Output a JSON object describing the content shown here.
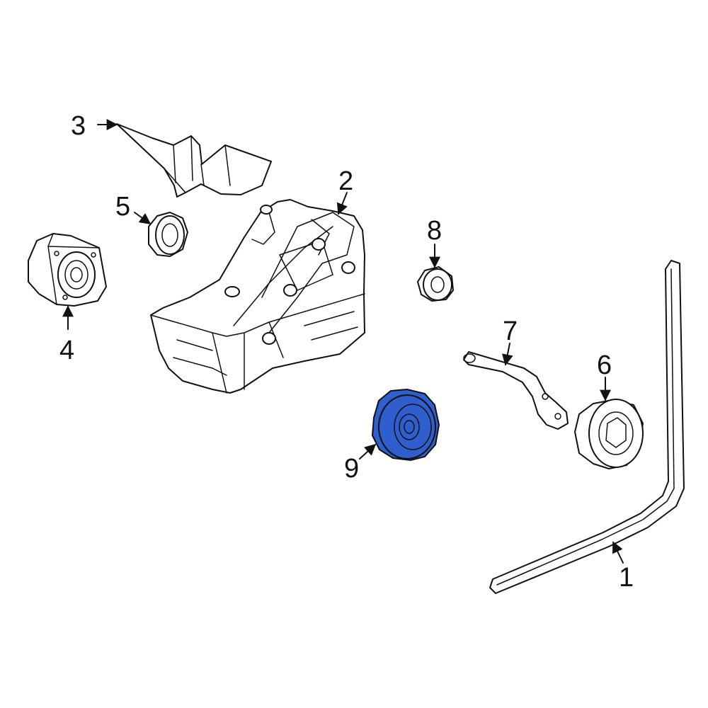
{
  "highlight_color": "#2f5fcf",
  "callouts": {
    "c1": "1",
    "c2": "2",
    "c3": "3",
    "c4": "4",
    "c5": "5",
    "c6": "6",
    "c7": "7",
    "c8": "8",
    "c9": "9"
  },
  "highlighted_part": "9"
}
